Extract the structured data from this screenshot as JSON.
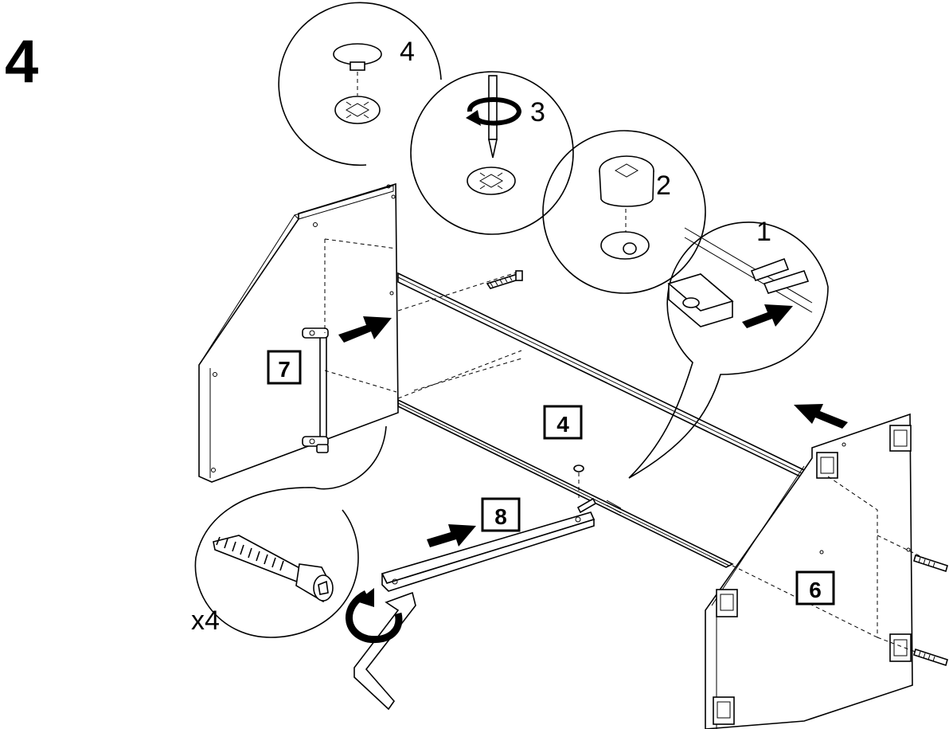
{
  "step": {
    "number": "4"
  },
  "detail_labels": {
    "d1": "1",
    "d2": "2",
    "d3": "3",
    "d4": "4"
  },
  "part_labels": {
    "p4": "4",
    "p6": "6",
    "p7": "7",
    "p8": "8"
  },
  "quantity_label": "x4",
  "colors": {
    "ink": "#000000",
    "paper": "#ffffff"
  },
  "icons": [
    "arrow-icon",
    "rotate-icon",
    "screwdriver-icon",
    "allen-key-icon",
    "cam-lock-icon",
    "dowel-icon",
    "cover-cap-icon",
    "screw-icon"
  ]
}
